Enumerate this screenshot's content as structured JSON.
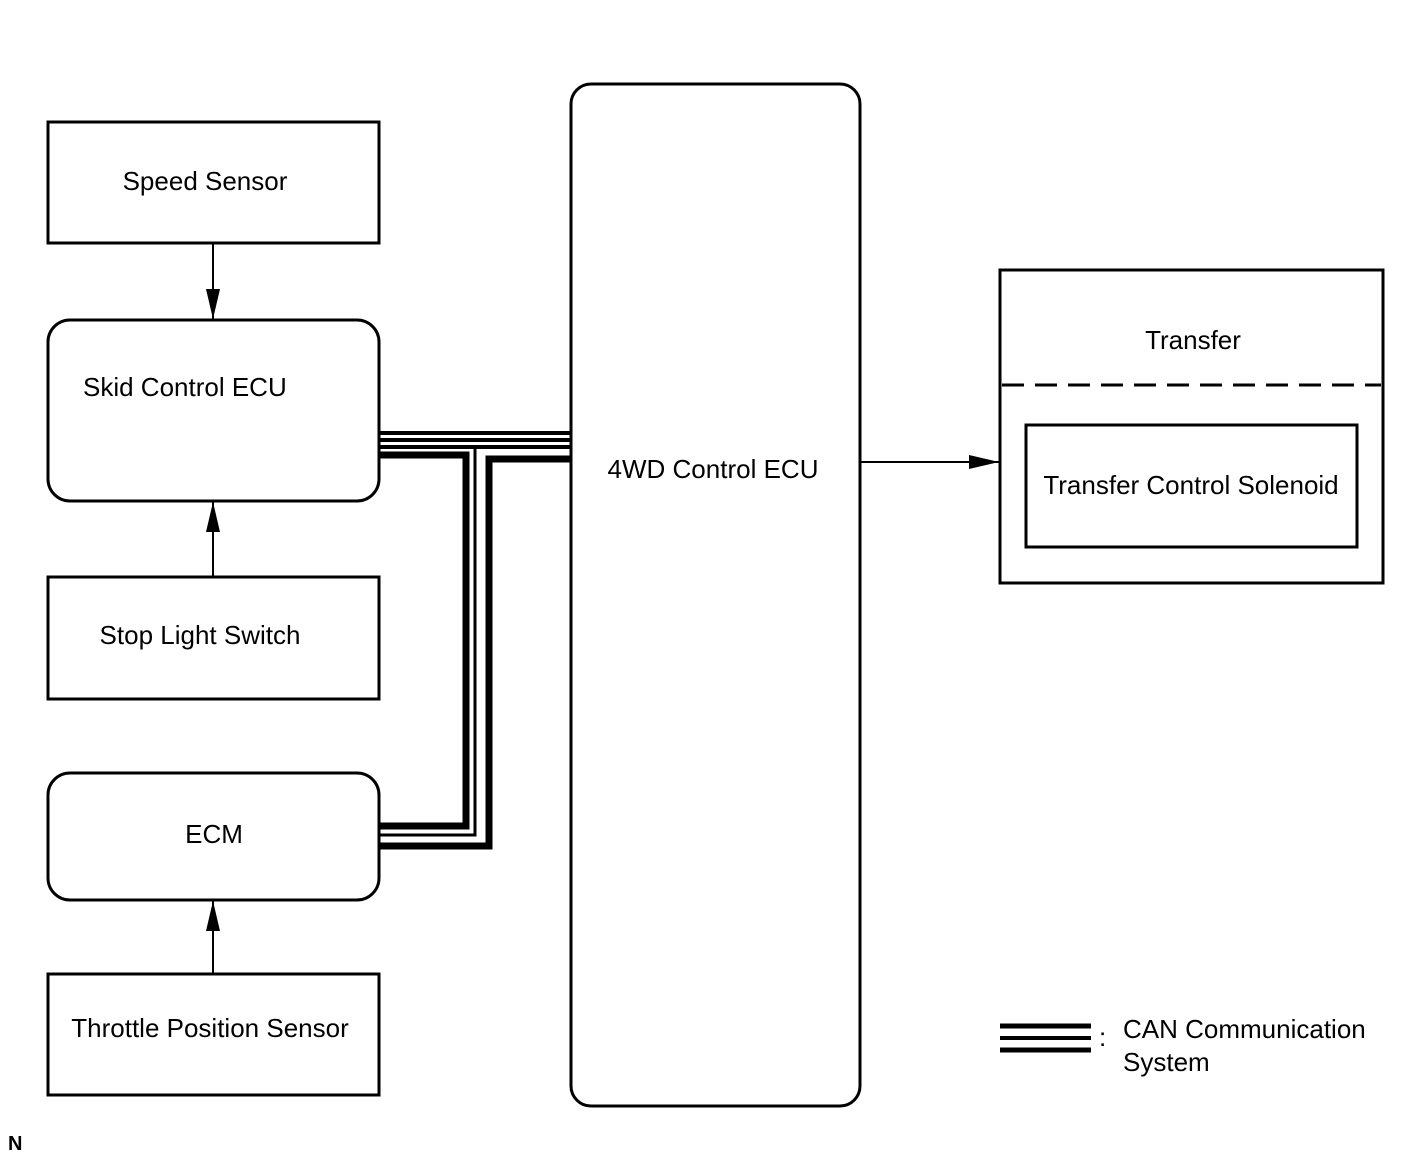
{
  "nodes": {
    "speed_sensor": "Speed Sensor",
    "skid_control_ecu": "Skid Control ECU",
    "stop_light_switch": "Stop Light Switch",
    "ecm": "ECM",
    "throttle_position_sensor": "Throttle Position Sensor",
    "fwd_control_ecu": "4WD Control ECU",
    "transfer": "Transfer",
    "transfer_control_solenoid": "Transfer Control Solenoid"
  },
  "legend": {
    "separator": ":",
    "line1": "CAN Communication",
    "line2": "System"
  },
  "corner_mark": "N"
}
